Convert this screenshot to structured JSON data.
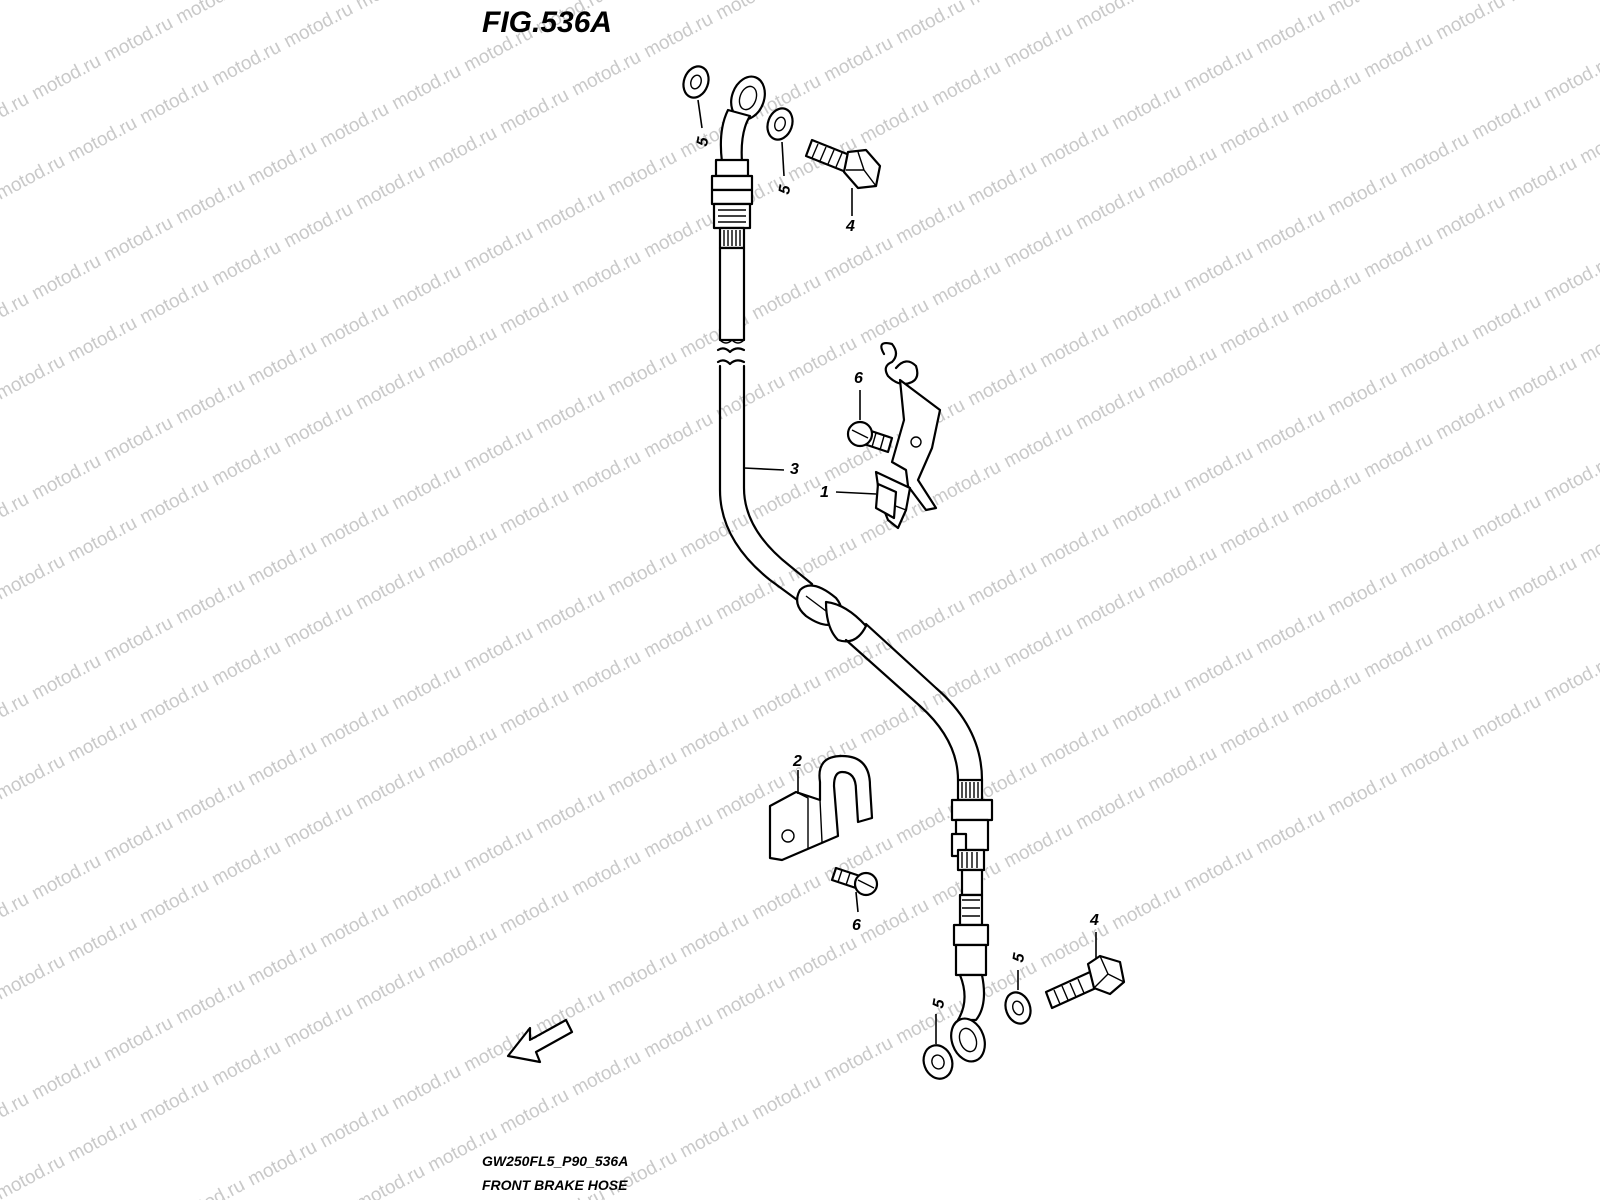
{
  "figure": {
    "title": "FIG.536A",
    "code": "GW250FL5_P90_536A",
    "name": "FRONT BRAKE HOSE"
  },
  "watermark": {
    "text": "motod.ru",
    "color": "#c9c9c9"
  },
  "direction_indicator": {
    "label": "FWD",
    "icon": "arrow-forward-icon"
  },
  "callouts": {
    "bracket_hose_clamp": "1",
    "clamp_lower": "2",
    "brake_hose": "3",
    "union_bolt_top": "4",
    "union_bolt_bottom": "4",
    "washer_top_left": "5",
    "washer_top_right": "5",
    "washer_bottom_left": "5",
    "washer_bottom_right": "5",
    "bolt_upper": "6",
    "bolt_lower": "6"
  }
}
